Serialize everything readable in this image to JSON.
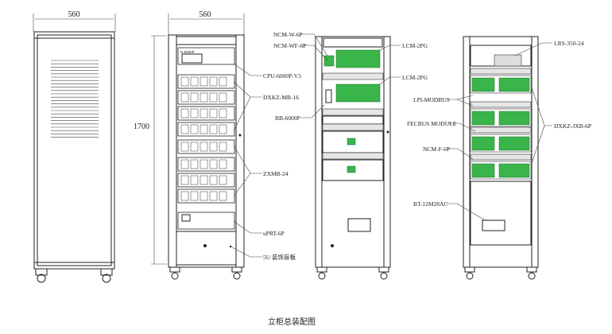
{
  "dimensions": {
    "side_width": "560",
    "front_width": "560",
    "height": "1700"
  },
  "front_view": {
    "panel_brand": "N-6000P",
    "labels": {
      "cpu": "CPU-6000P-V3",
      "dxkz_mb": "DXKZ-MB-16",
      "zxmb": "ZXMB-24",
      "uprt": "uPRT-6P",
      "blank_panel": "5U 装饰盲板"
    }
  },
  "rear_view": {
    "labels": {
      "ncm_w": "NCM-W-6P",
      "ncm_wf": "NCM-WF-6P",
      "bb": "BB-6000P",
      "lcm_top": "LCM-2PG",
      "lcm_mid": "LCM-2PG"
    }
  },
  "inner_view": {
    "labels": {
      "lrs": "LRS-350-24",
      "lpi": "LPI-MODBUS",
      "fecbus": "FECBUS MODULE",
      "ncm_f": "NCM-F-6P",
      "dxkz_jxb": "DXKZ-JXB-6P",
      "bt": "BT-12M28AC"
    }
  },
  "caption": "立柜总装配图",
  "colors": {
    "board_green": "#39b54a",
    "line": "#222222"
  }
}
